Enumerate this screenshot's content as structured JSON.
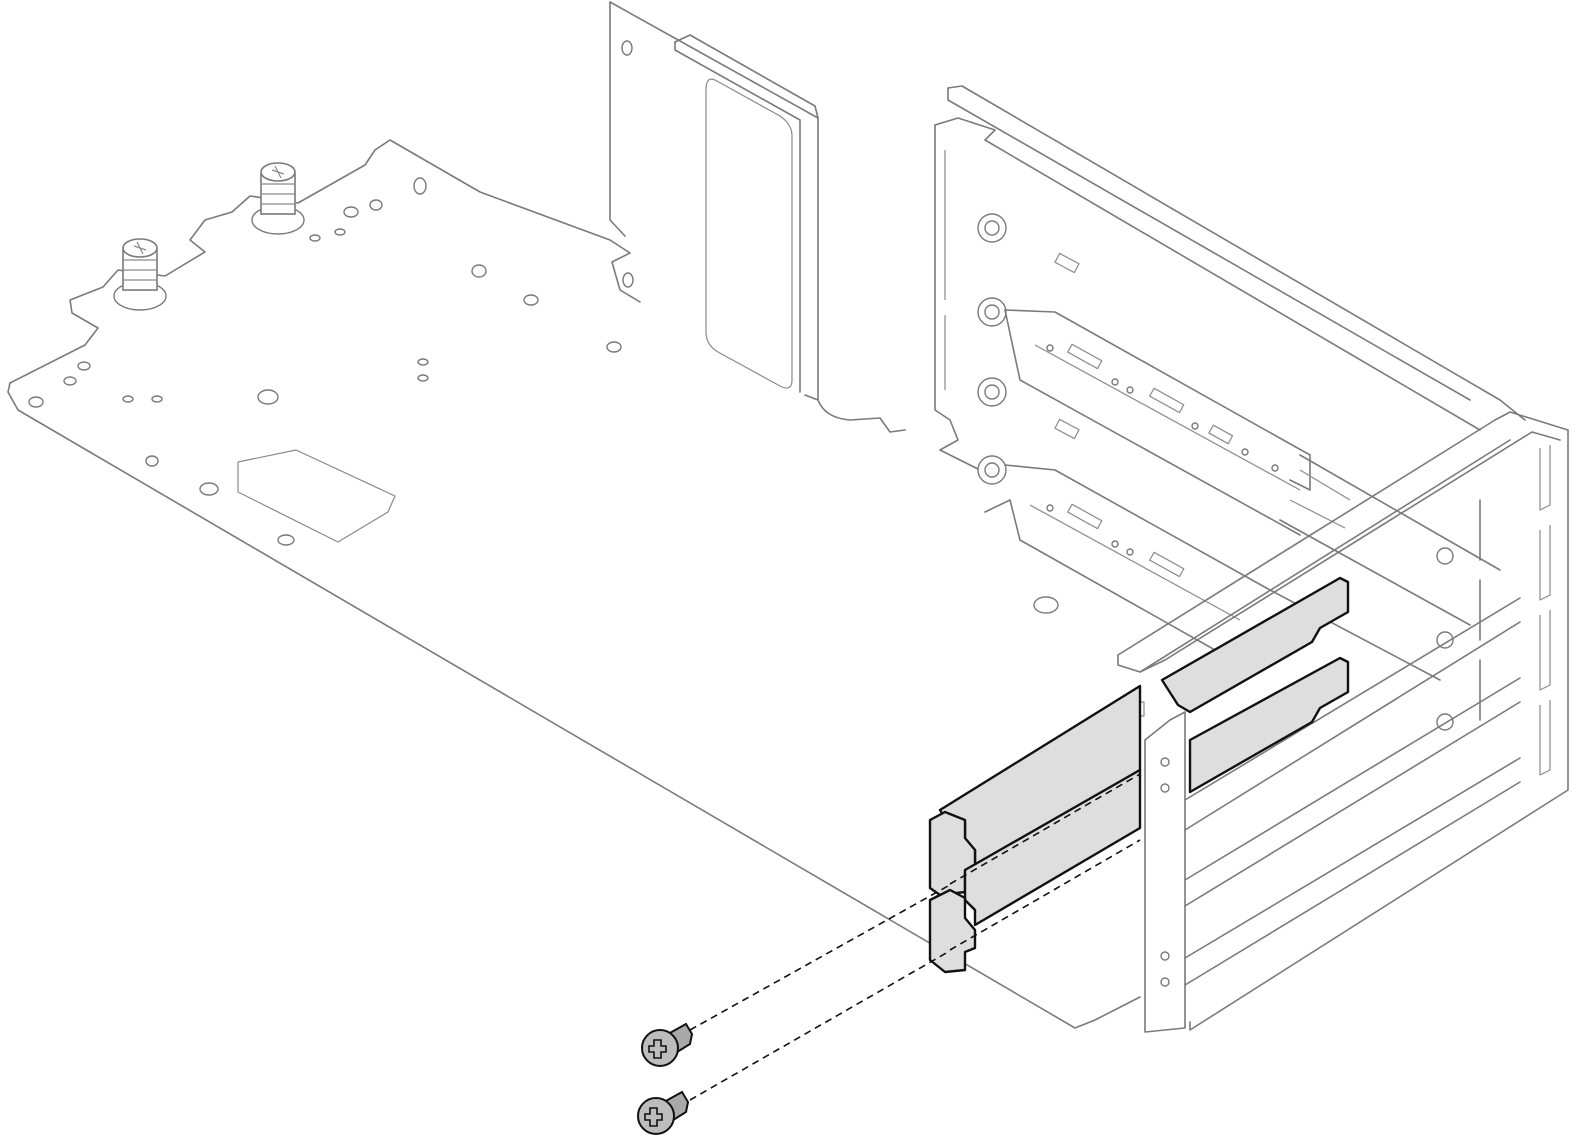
{
  "figure": {
    "parts": [
      {
        "name": "riser-cage-base-plate",
        "icon": "base-plate-icon"
      },
      {
        "name": "captive-thumbscrew",
        "icon": "thumbscrew-icon",
        "count": 2
      },
      {
        "name": "riser-card-bracket-frame",
        "icon": "bracket-frame-icon"
      },
      {
        "name": "pcie-slot-filler",
        "icon": "slot-filler-icon",
        "count": 2,
        "highlight_color": "#dedede"
      },
      {
        "name": "bracket-screw",
        "icon": "screw-icon",
        "count": 2,
        "color": "#bdbdbd"
      }
    ],
    "line_color": "#7a7a7a",
    "highlight_outline_color": "#111111"
  }
}
